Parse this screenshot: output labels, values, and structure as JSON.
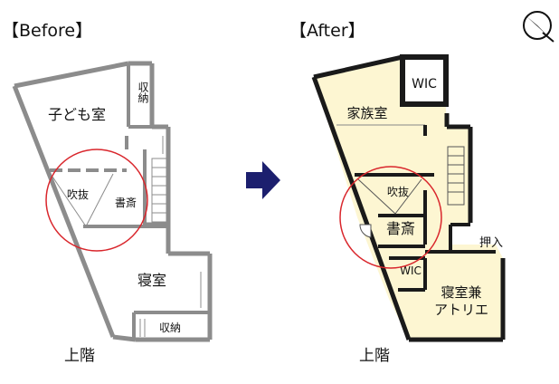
{
  "before": {
    "heading": "【Before】",
    "rooms": {
      "kids_room": "子ども室",
      "storage_top": "収納",
      "fukinuke": "吹抜",
      "study": "書斎",
      "bedroom": "寝室",
      "storage_bottom": "収納"
    },
    "floor_label": "上階"
  },
  "after": {
    "heading": "【After】",
    "rooms": {
      "wic_top": "WIC",
      "family_room": "家族室",
      "fukinuke": "吹抜",
      "study": "書斎",
      "oshiire": "押入",
      "wic_bottom": "WIC",
      "bedroom_atelier_1": "寝室兼",
      "bedroom_atelier_2": "アトリエ"
    },
    "floor_label": "上階"
  },
  "arrow_icon": "arrow-right-icon",
  "compass_icon": "north-compass-icon",
  "colors": {
    "before_wall": "#8c8c8c",
    "after_wall": "#1a1a1a",
    "after_fill": "#fdf6d2",
    "highlight_circle": "#d9262c",
    "arrow": "#1c1f6e"
  }
}
